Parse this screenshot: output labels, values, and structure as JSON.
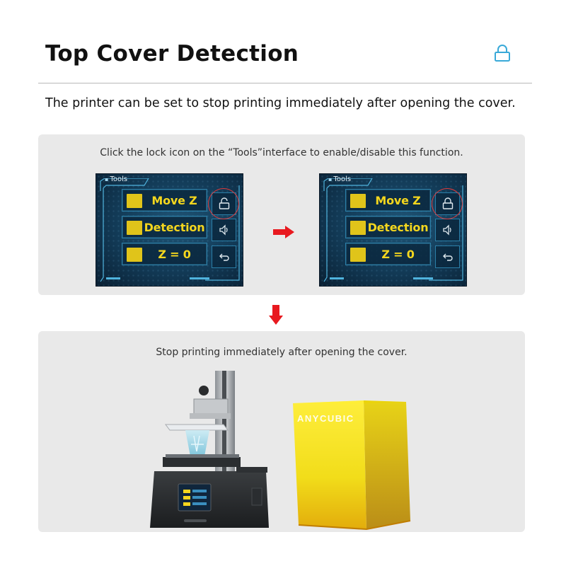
{
  "header": {
    "title": "Top Cover Detection",
    "icon": "lock-icon"
  },
  "subtitle": "The printer can be set to stop printing immediately after opening the cover.",
  "step1": {
    "caption": "Click the lock icon on the “Tools”interface to enable/disable this function.",
    "screens": [
      {
        "tab": "Tools",
        "menu": [
          "Move Z",
          "Detection",
          "Z = 0"
        ],
        "side_icons": [
          "unlock-icon",
          "speaker-icon",
          "back-icon"
        ]
      },
      {
        "tab": "Tools",
        "menu": [
          "Move Z",
          "Detection",
          "Z = 0"
        ],
        "side_icons": [
          "unlock-icon",
          "speaker-icon",
          "back-icon"
        ]
      }
    ]
  },
  "step2": {
    "caption": "Stop printing immediately after opening the cover.",
    "cover_brand": "ANYCUBIC"
  },
  "colors": {
    "accent_arrow": "#e8191f",
    "menu_text": "#f4d61e",
    "lock_icon": "#39a9d8",
    "panel_bg": "#e9e9e9"
  }
}
